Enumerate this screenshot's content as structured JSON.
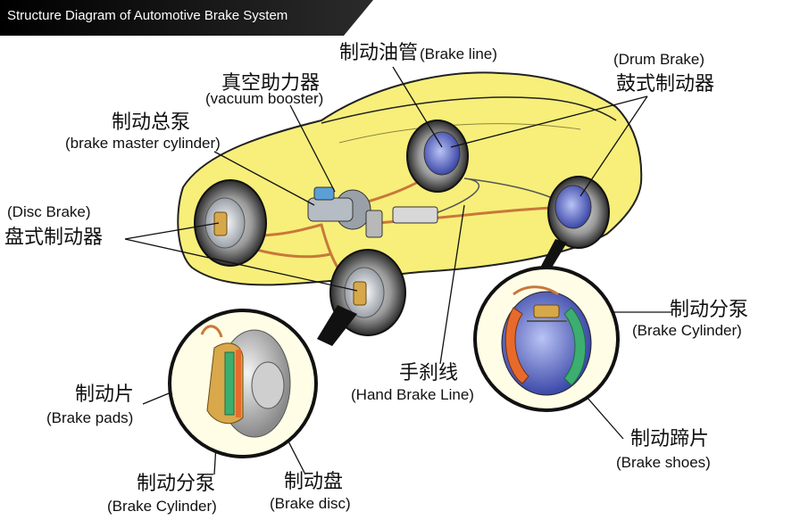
{
  "title": "Structure Diagram of Automotive Brake System",
  "labels": {
    "brake_line_zh": "制动油管",
    "brake_line_en": "(Brake line)",
    "vacuum_booster_zh": "真空助力器",
    "vacuum_booster_en": "(vacuum booster)",
    "master_cylinder_zh": "制动总泵",
    "master_cylinder_en": "(brake master cylinder)",
    "drum_brake_en": "(Drum Brake)",
    "drum_brake_zh": "鼓式制动器",
    "disc_brake_en": "(Disc Brake)",
    "disc_brake_zh": "盘式制动器",
    "brake_cylinder_right_zh": "制动分泵",
    "brake_cylinder_right_en": "(Brake Cylinder)",
    "hand_brake_zh": "手刹线",
    "hand_brake_en": "(Hand Brake Line)",
    "brake_pads_zh": "制动片",
    "brake_pads_en": "(Brake pads)",
    "brake_shoes_zh": "制动蹄片",
    "brake_shoes_en": "(Brake shoes)",
    "brake_cylinder_left_zh": "制动分泵",
    "brake_cylinder_left_en": "(Brake Cylinder)",
    "brake_disc_zh": "制动盘",
    "brake_disc_en": "(Brake disc)"
  },
  "colors": {
    "car_body": "#f7ef7a",
    "car_outline": "#222222",
    "brake_line": "#c8783a",
    "title_bg": "#111111",
    "label_text": "#111111"
  }
}
